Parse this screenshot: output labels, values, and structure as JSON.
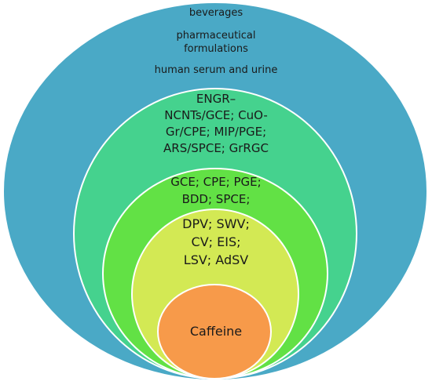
{
  "colors": {
    "outer": "#4aa9c6",
    "ring2": "#45d28e",
    "ring3": "#62e145",
    "ring4": "#d3e954",
    "core": "#f79a4a",
    "border": "#ffffff"
  },
  "layers": {
    "outer": {
      "lines": [
        "beverages",
        "pharmaceutical",
        "formulations",
        "human serum and urine"
      ]
    },
    "modified_electrodes": {
      "lines": [
        "ENGR–",
        "NCNTs/GCE; CuO-",
        "Gr/CPE; MIP/PGE;",
        "ARS/SPCE; GrRGC"
      ]
    },
    "electrodes": {
      "lines": [
        "GCE; CPE; PGE;",
        "BDD; SPCE;"
      ]
    },
    "techniques": {
      "lines": [
        "DPV; SWV;",
        "CV; EIS;",
        "LSV; AdSV"
      ]
    },
    "core": {
      "label": "Caffeine"
    }
  }
}
